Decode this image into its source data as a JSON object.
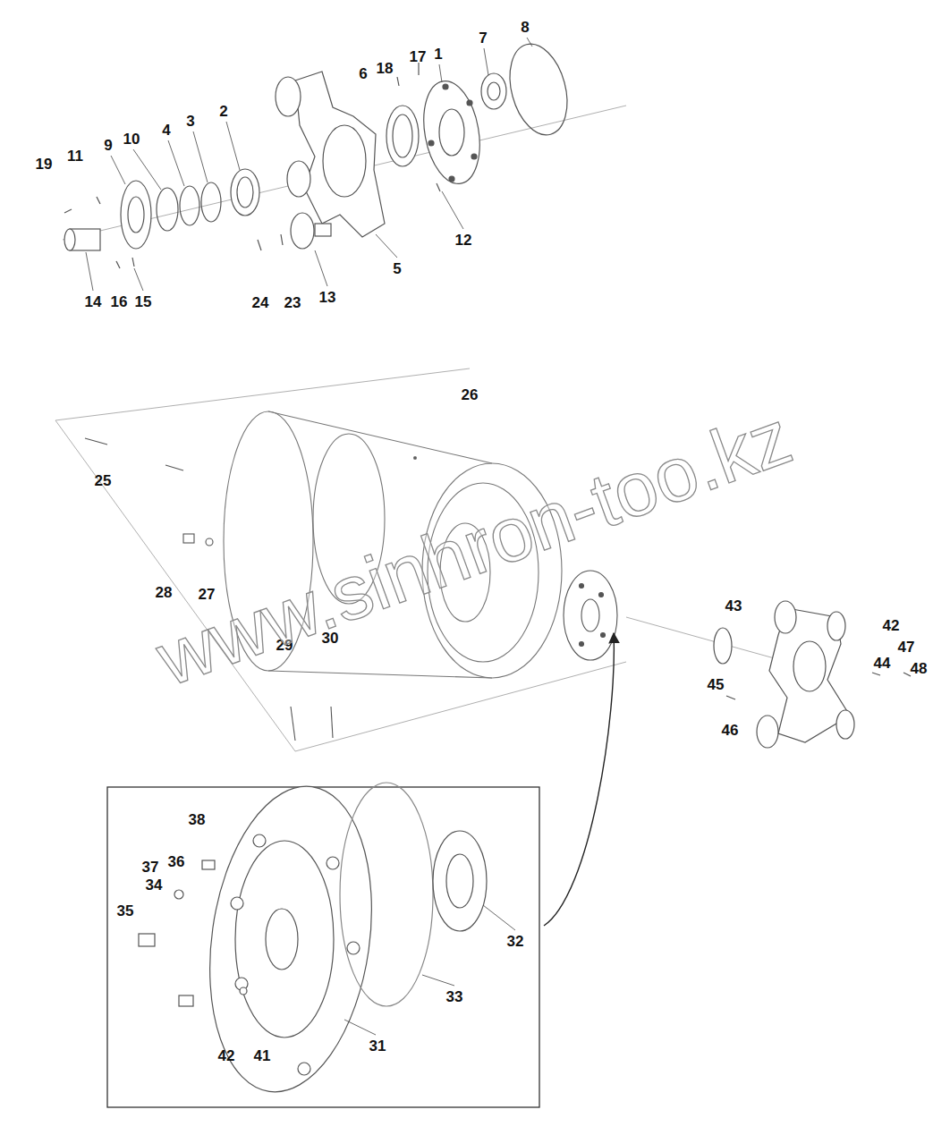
{
  "diagram": {
    "labels": [
      "8",
      "7",
      "17",
      "1",
      "6",
      "18",
      "2",
      "9",
      "10",
      "4",
      "3",
      "19",
      "11",
      "12",
      "5",
      "14",
      "16",
      "15",
      "24",
      "23",
      "13",
      "26",
      "25",
      "28",
      "27",
      "43",
      "42",
      "29",
      "30",
      "47",
      "44",
      "48",
      "45",
      "46",
      "38",
      "37",
      "36",
      "34",
      "35",
      "32",
      "33",
      "31",
      "42",
      "41",
      "www.sinhron-too.kz"
    ]
  }
}
